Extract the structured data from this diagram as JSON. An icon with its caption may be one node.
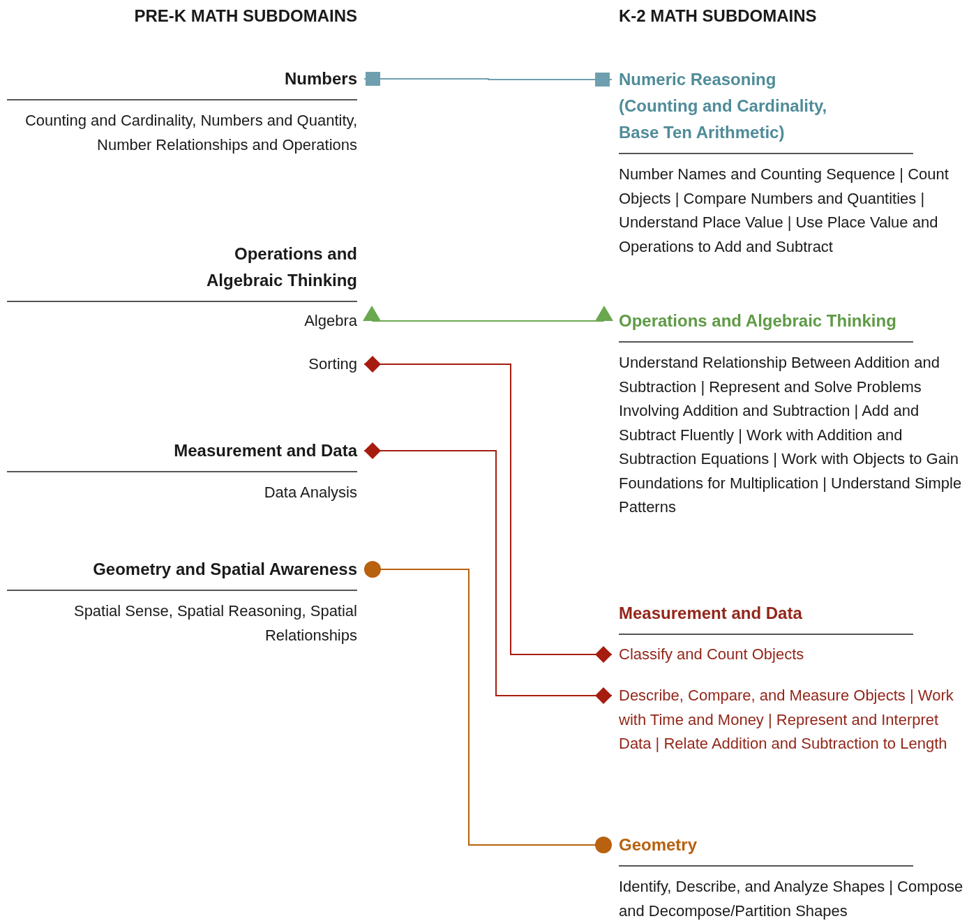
{
  "diagram": {
    "nodes": [
      {
        "text": [
          "Numbers",
          "Counting and Cardinality, Numbers and Quantity, Number Relationships and Operations"
        ]
      },
      {
        "text": [
          "Algebra"
        ]
      },
      {
        "text": [
          "Sorting"
        ]
      },
      {
        "text": [
          "Measurement and Data",
          "Data Analysis"
        ]
      },
      {
        "text": [
          "Geometry and Spatial Awareness",
          "Spatial Sense, Spatial Reasoning, Spatial Relationships"
        ]
      },
      {
        "text": [
          "Numeric Reasoning (Counting and Cardinality, Base Ten Arithmetic)",
          "Number Names and Counting Sequence | Count Objects | Compare Numbers and Quantities | Understand Place Value | Use Place Value and Operations to Add and Subtract"
        ]
      },
      {
        "text": [
          "Operations and Algebraic Thinking",
          "Understand Relationship Between Addition and Subtraction | Represent and Solve Problems Involving Addition and Subtraction | Add and Subtract Fluently | Work with Addition and Subtraction Equations | Work with Objects to Gain Foundations for Multiplication | Understand Simple Patterns"
        ]
      },
      {
        "text": [
          "Classify and Count Objects"
        ]
      },
      {
        "text": [
          "Describe, Compare, and Measure Objects | Work with Time and Money | Represent and Interpret Data | Relate Addition and Subtraction to Length"
        ]
      },
      {
        "text": [
          "Geometry",
          "Identify, Describe, and Analyze Shapes | Compose and Decompose/Partition Shapes"
        ]
      }
    ],
    "edges": [
      {
        "from": 0,
        "to": 5,
        "arrow": "other",
        "color": "#6f9fae"
      },
      {
        "from": 1,
        "to": 6,
        "arrow": "other",
        "color": "#6aa84f"
      },
      {
        "from": 2,
        "to": 7,
        "arrow": "other",
        "color": "#a61c0f"
      },
      {
        "from": 3,
        "to": 8,
        "arrow": "other",
        "color": "#a61c0f"
      },
      {
        "from": 4,
        "to": 9,
        "arrow": "other",
        "color": "#b8610e"
      }
    ],
    "labels": [
      "PRE-K MATH SUBDOMAINS",
      "K-2 MATH SUBDOMAINS",
      "Operations and Algebraic Thinking",
      "Measurement and Data"
    ]
  }
}
